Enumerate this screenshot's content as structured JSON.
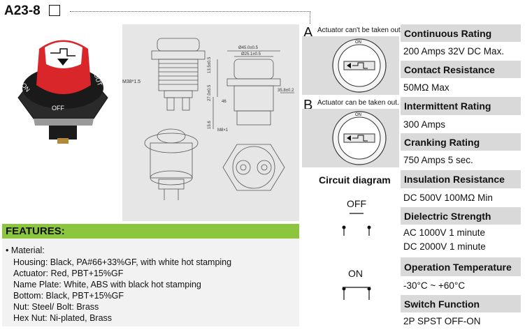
{
  "header": {
    "model": "A23-8"
  },
  "product_photo": {
    "label_on": "ON",
    "label_off": "OFF",
    "label_out": "OUT"
  },
  "drawing": {
    "dim_m38": "M38*1.5",
    "dim_45": "Ø45.0±0.5",
    "dim_251": "Ø25.1±0.5",
    "dim_358": "35.8±0.2",
    "dim_135": "13.5±0.5",
    "dim_270": "27.0±0.5",
    "dim_156": "15.6",
    "dim_m8": "M8×1",
    "dim_46": "46"
  },
  "option_a": {
    "letter": "A",
    "note": "Actuator can't be taken out.",
    "dial_on": "ON"
  },
  "option_b": {
    "letter": "B",
    "note": "Actuator can be taken out.",
    "dial_on": "ON"
  },
  "circuit": {
    "title": "Circuit diagram",
    "off_label": "OFF",
    "on_label": "ON"
  },
  "features": {
    "title": "FEATURES:",
    "lines": [
      "• Material:",
      "Housing: Black, PA#66+33%GF, with white hot stamping",
      "Actuator: Red, PBT+15%GF",
      "Name Plate: White, ABS with black hot stamping",
      "Bottom: Black, PBT+15%GF",
      "Nut: Steel/ Bolt: Brass",
      "Hex Nut: Ni-plated, Brass"
    ]
  },
  "specs": [
    {
      "name": "Continuous Rating",
      "values": [
        "200 Amps 32V DC Max."
      ]
    },
    {
      "name": "Contact Resistance",
      "values": [
        "50MΩ   Max"
      ]
    },
    {
      "name": "Intermittent Rating",
      "values": [
        "300 Amps"
      ]
    },
    {
      "name": "Cranking Rating",
      "values": [
        "750 Amps 5 sec."
      ]
    },
    {
      "name": "Insulation Resistance",
      "values": [
        "DC 500V 100MΩ  Min"
      ]
    },
    {
      "name": "Dielectric Strength",
      "values": [
        "AC 1000V 1 minute",
        "DC 2000V 1 minute"
      ]
    },
    {
      "name": "Operation Temperature",
      "values": [
        "-30°C ~ +60°C"
      ]
    },
    {
      "name": "Switch Function",
      "values": [
        "2P SPST OFF-ON"
      ]
    }
  ],
  "colors": {
    "features_bar": "#8cc63f",
    "spec_header": "#d9d9d9",
    "actuator_red": "#d8262b"
  }
}
